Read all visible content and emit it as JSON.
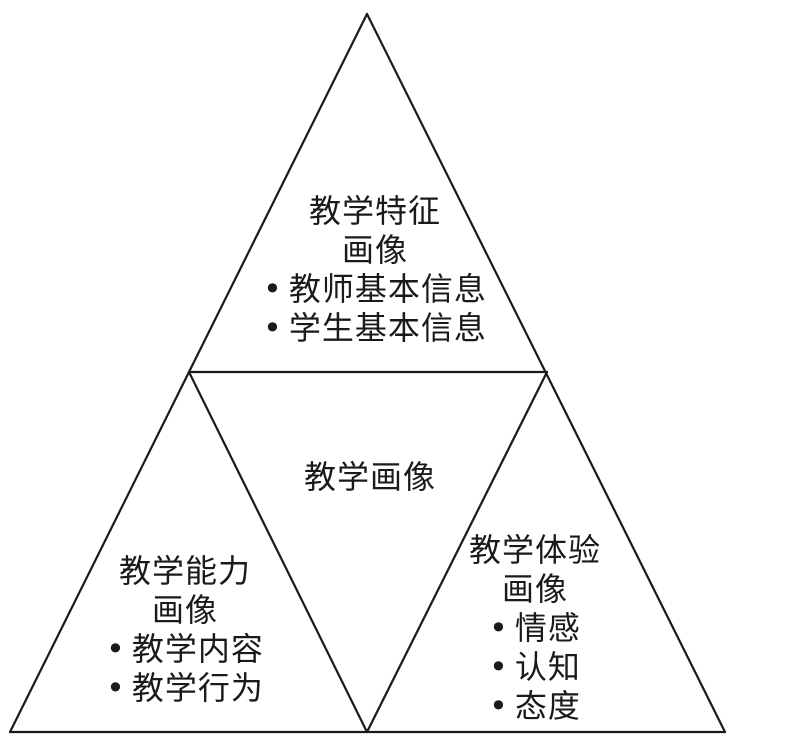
{
  "diagram": {
    "top": {
      "title_line1": "教学特征",
      "title_line2": "画像",
      "bullets": [
        "教师基本信息",
        "学生基本信息"
      ]
    },
    "center": {
      "title": "教学画像"
    },
    "left": {
      "title_line1": "教学能力",
      "title_line2": "画像",
      "bullets": [
        "教学内容",
        "教学行为"
      ]
    },
    "right": {
      "title_line1": "教学体验",
      "title_line2": "画像",
      "bullets": [
        "情感",
        "认知",
        "态度"
      ]
    },
    "bullet_symbol": "•",
    "line_color": "#1a1a1a"
  }
}
